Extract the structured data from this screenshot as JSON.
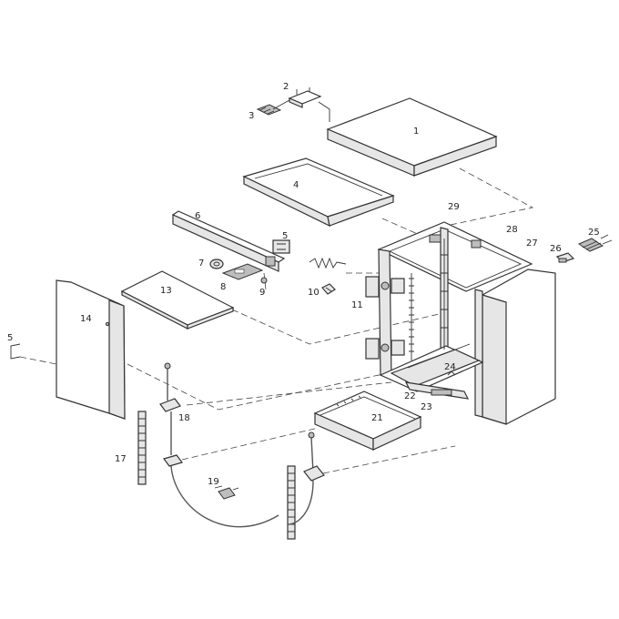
{
  "callouts": [
    {
      "id": "c1",
      "label": "1"
    },
    {
      "id": "c2",
      "label": "2"
    },
    {
      "id": "c3",
      "label": "3"
    },
    {
      "id": "c4",
      "label": "4"
    },
    {
      "id": "c5a",
      "label": "5"
    },
    {
      "id": "c5b",
      "label": "5"
    },
    {
      "id": "c6",
      "label": "6"
    },
    {
      "id": "c7",
      "label": "7"
    },
    {
      "id": "c8",
      "label": "8"
    },
    {
      "id": "c9",
      "label": "9"
    },
    {
      "id": "c10",
      "label": "10"
    },
    {
      "id": "c11",
      "label": "11"
    },
    {
      "id": "c13",
      "label": "13"
    },
    {
      "id": "c14",
      "label": "14"
    },
    {
      "id": "c17",
      "label": "17"
    },
    {
      "id": "c18",
      "label": "18"
    },
    {
      "id": "c19",
      "label": "19"
    },
    {
      "id": "c21",
      "label": "21"
    },
    {
      "id": "c22",
      "label": "22"
    },
    {
      "id": "c23",
      "label": "23"
    },
    {
      "id": "c24",
      "label": "24"
    },
    {
      "id": "c25",
      "label": "25"
    },
    {
      "id": "c26",
      "label": "26"
    },
    {
      "id": "c27",
      "label": "27"
    },
    {
      "id": "c28",
      "label": "28"
    },
    {
      "id": "c29",
      "label": "29"
    }
  ]
}
